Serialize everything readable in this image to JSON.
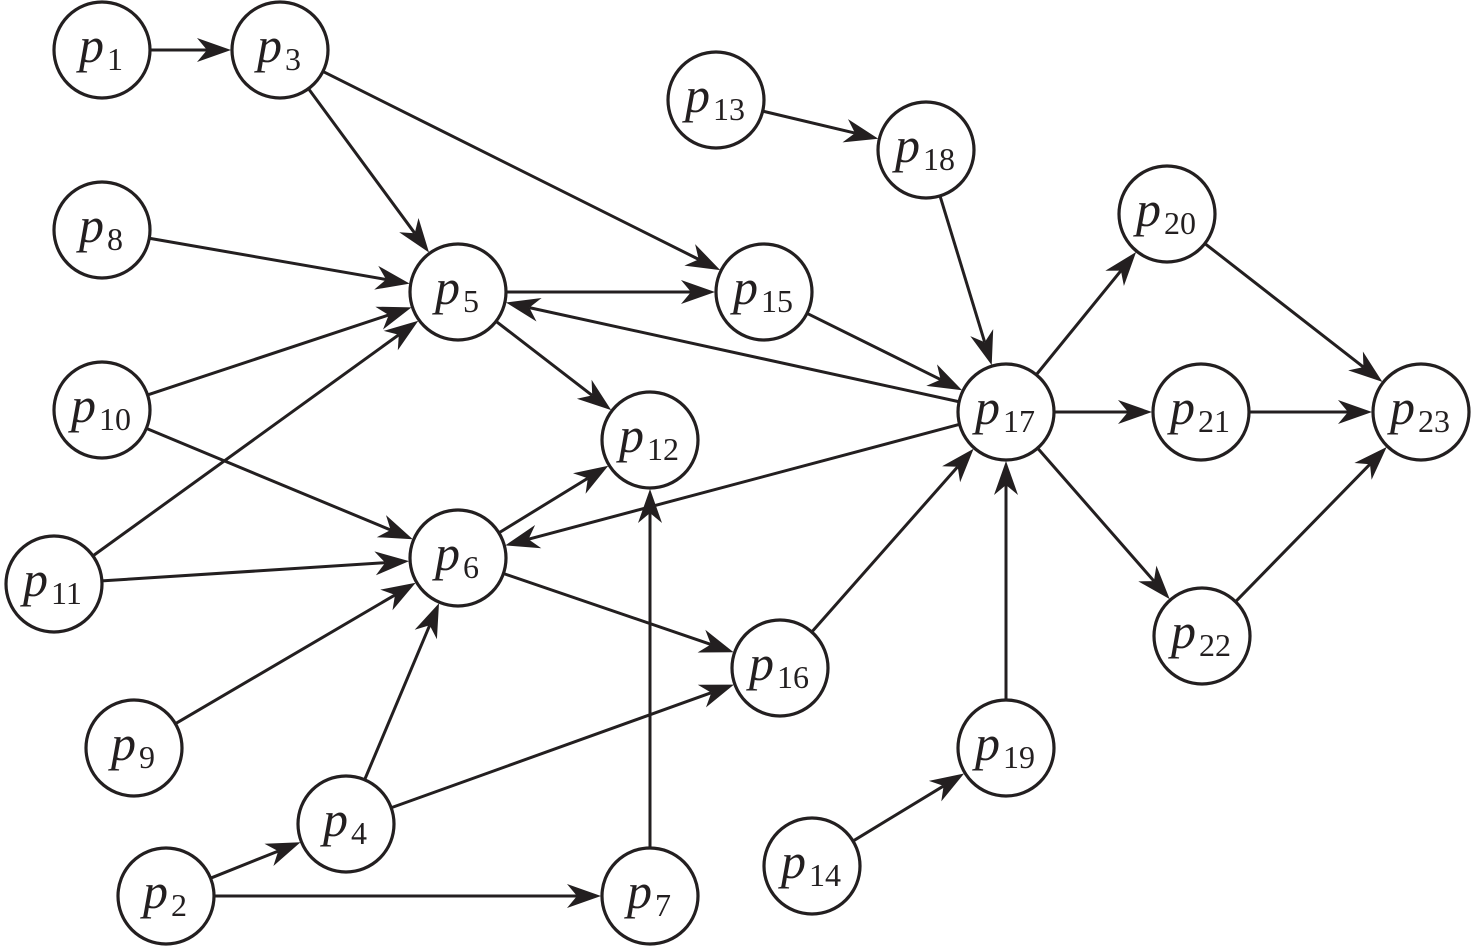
{
  "diagram": {
    "type": "directed-graph",
    "label_prefix": "p",
    "nodes": [
      {
        "id": "p1",
        "sub": "1"
      },
      {
        "id": "p2",
        "sub": "2"
      },
      {
        "id": "p3",
        "sub": "3"
      },
      {
        "id": "p4",
        "sub": "4"
      },
      {
        "id": "p5",
        "sub": "5"
      },
      {
        "id": "p6",
        "sub": "6"
      },
      {
        "id": "p7",
        "sub": "7"
      },
      {
        "id": "p8",
        "sub": "8"
      },
      {
        "id": "p9",
        "sub": "9"
      },
      {
        "id": "p10",
        "sub": "10"
      },
      {
        "id": "p11",
        "sub": "11"
      },
      {
        "id": "p12",
        "sub": "12"
      },
      {
        "id": "p13",
        "sub": "13"
      },
      {
        "id": "p14",
        "sub": "14"
      },
      {
        "id": "p15",
        "sub": "15"
      },
      {
        "id": "p16",
        "sub": "16"
      },
      {
        "id": "p17",
        "sub": "17"
      },
      {
        "id": "p18",
        "sub": "18"
      },
      {
        "id": "p19",
        "sub": "19"
      },
      {
        "id": "p20",
        "sub": "20"
      },
      {
        "id": "p21",
        "sub": "21"
      },
      {
        "id": "p22",
        "sub": "22"
      },
      {
        "id": "p23",
        "sub": "23"
      }
    ],
    "edges": [
      {
        "from": "p1",
        "to": "p3"
      },
      {
        "from": "p3",
        "to": "p5"
      },
      {
        "from": "p3",
        "to": "p15"
      },
      {
        "from": "p8",
        "to": "p5"
      },
      {
        "from": "p10",
        "to": "p5"
      },
      {
        "from": "p11",
        "to": "p5"
      },
      {
        "from": "p10",
        "to": "p6"
      },
      {
        "from": "p11",
        "to": "p6"
      },
      {
        "from": "p9",
        "to": "p6"
      },
      {
        "from": "p4",
        "to": "p6"
      },
      {
        "from": "p2",
        "to": "p4"
      },
      {
        "from": "p2",
        "to": "p7"
      },
      {
        "from": "p7",
        "to": "p12"
      },
      {
        "from": "p5",
        "to": "p15"
      },
      {
        "from": "p5",
        "to": "p12"
      },
      {
        "from": "p6",
        "to": "p12"
      },
      {
        "from": "p6",
        "to": "p16"
      },
      {
        "from": "p4",
        "to": "p16"
      },
      {
        "from": "p13",
        "to": "p18"
      },
      {
        "from": "p18",
        "to": "p17"
      },
      {
        "from": "p15",
        "to": "p17"
      },
      {
        "from": "p17",
        "to": "p5"
      },
      {
        "from": "p17",
        "to": "p6"
      },
      {
        "from": "p16",
        "to": "p17"
      },
      {
        "from": "p19",
        "to": "p17"
      },
      {
        "from": "p14",
        "to": "p19"
      },
      {
        "from": "p17",
        "to": "p20"
      },
      {
        "from": "p17",
        "to": "p21"
      },
      {
        "from": "p17",
        "to": "p22"
      },
      {
        "from": "p20",
        "to": "p23"
      },
      {
        "from": "p21",
        "to": "p23"
      },
      {
        "from": "p22",
        "to": "p23"
      }
    ]
  }
}
